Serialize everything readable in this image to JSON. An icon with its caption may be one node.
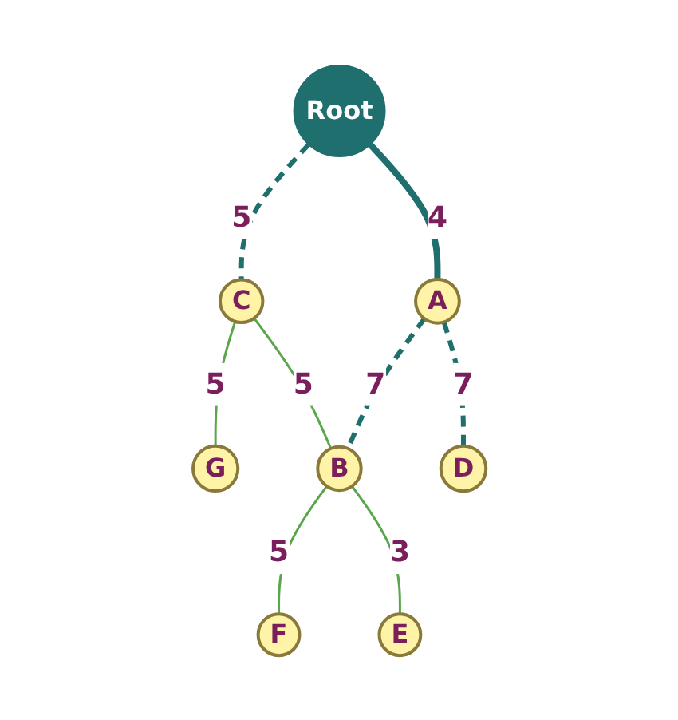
{
  "diagram": {
    "nodes": [
      {
        "text": [
          "Root"
        ]
      },
      {
        "text": [
          "C"
        ]
      },
      {
        "text": [
          "G"
        ]
      },
      {
        "text": [
          "A"
        ]
      },
      {
        "text": [
          "B"
        ]
      },
      {
        "text": [
          "F"
        ]
      },
      {
        "text": [
          "D"
        ]
      },
      {
        "text": [
          "E"
        ]
      }
    ],
    "edges": [
      {
        "from": 0,
        "to": 1,
        "arrow": "none",
        "label": "5",
        "style": "dashed",
        "color": "#1f6f6f"
      },
      {
        "from": 1,
        "to": 2,
        "arrow": "none",
        "label": "5"
      },
      {
        "from": 0,
        "to": 3,
        "arrow": "none",
        "label": "4",
        "style": "thick",
        "color": "#1f6f6f"
      },
      {
        "from": 1,
        "to": 4,
        "arrow": "none",
        "label": "5"
      },
      {
        "from": 3,
        "to": 4,
        "arrow": "none",
        "label": "7",
        "style": "dashed",
        "color": "#1f6f6f"
      },
      {
        "from": 4,
        "to": 5,
        "arrow": "none",
        "label": "5"
      },
      {
        "from": 3,
        "to": 6,
        "arrow": "none",
        "label": "7",
        "style": "dashed",
        "color": "#1f6f6f"
      },
      {
        "from": 4,
        "to": 7,
        "arrow": "none",
        "label": "3"
      }
    ]
  }
}
